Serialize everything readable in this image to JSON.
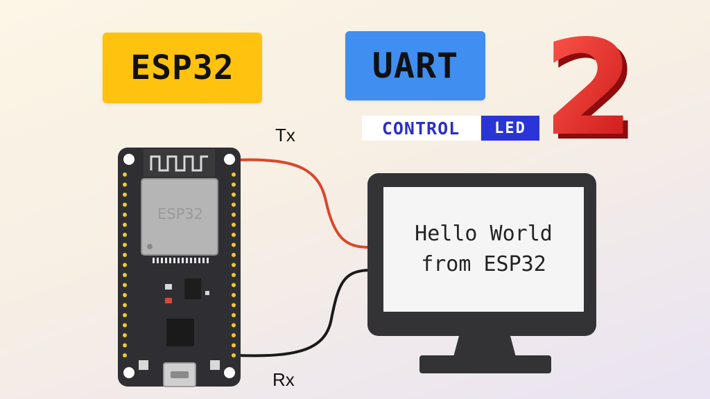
{
  "header": {
    "esp_badge": "ESP32",
    "uart_badge": "UART",
    "part_number": "2",
    "control_text": "CONTROL",
    "led_text": "LED"
  },
  "diagram": {
    "tx_label": "Tx",
    "rx_label": "Rx",
    "chip_label": "ESP32",
    "screen_line_1": "Hello World",
    "screen_line_2": "from ESP32"
  },
  "colors": {
    "esp_badge_bg": "#ffc20e",
    "uart_badge_bg": "#3f8ef0",
    "tx_wire": "#d9472b",
    "rx_wire": "#1a1a1a",
    "number_red": "#e32424",
    "led_bg": "#2b34d6"
  }
}
